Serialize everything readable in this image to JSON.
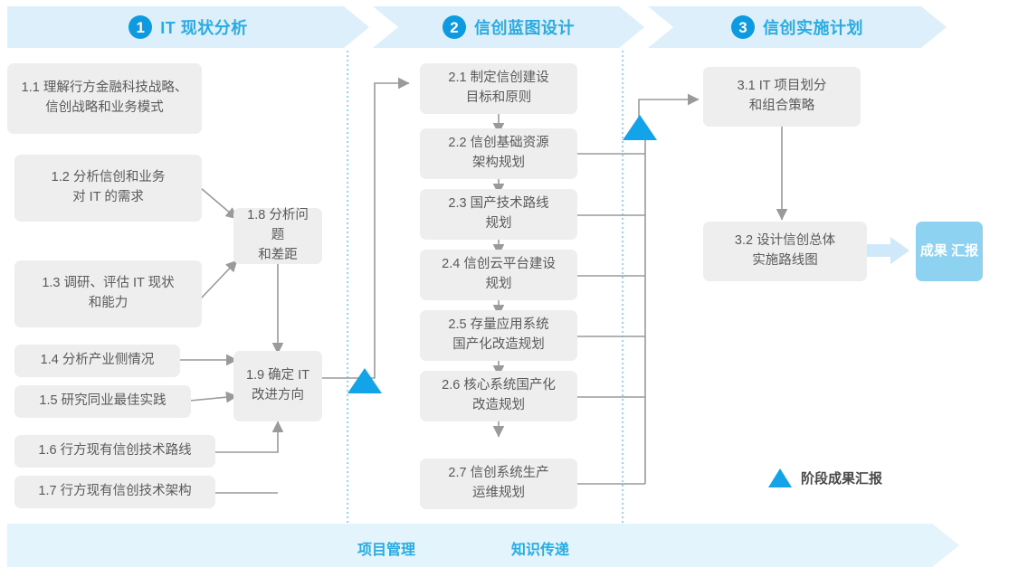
{
  "phases": [
    {
      "num": "1",
      "title": "IT 现状分析"
    },
    {
      "num": "2",
      "title": "信创蓝图设计"
    },
    {
      "num": "3",
      "title": "信创实施计划"
    }
  ],
  "nodes": {
    "n11": "1.1 理解行方金融科技战略、信创战略和业务模式",
    "n11_l1": "1.1 理解行方金融科技战略、",
    "n11_l2": "信创战略和业务模式",
    "n12_l1": "1.2 分析信创和业务",
    "n12_l2": "对 IT 的需求",
    "n13_l1": "1.3 调研、评估 IT 现状",
    "n13_l2": "和能力",
    "n14": "1.4 分析产业侧情况",
    "n15": "1.5 研究同业最佳实践",
    "n16": "1.6 行方现有信创技术路线",
    "n17": "1.7 行方现有信创技术架构",
    "n18_l1": "1.8 分析问题",
    "n18_l2": "和差距",
    "n19_l1": "1.9 确定 IT",
    "n19_l2": "改进方向",
    "n21_l1": "2.1 制定信创建设",
    "n21_l2": "目标和原则",
    "n22_l1": "2.2 信创基础资源",
    "n22_l2": "架构规划",
    "n23_l1": "2.3 国产技术路线",
    "n23_l2": "规划",
    "n24_l1": "2.4 信创云平台建设",
    "n24_l2": "规划",
    "n25_l1": "2.5 存量应用系统",
    "n25_l2": "国产化改造规划",
    "n26_l1": "2.6 核心系统国产化",
    "n26_l2": "改造规划",
    "n27_l1": "2.7 信创系统生产",
    "n27_l2": "运维规划",
    "n31_l1": "3.1 IT 项目划分",
    "n31_l2": "和组合策略",
    "n32_l1": "3.2 设计信创总体",
    "n32_l2": "实施路线图"
  },
  "result_badge": {
    "line1": "成果",
    "line2": "汇报"
  },
  "legend": {
    "label": "阶段成果汇报"
  },
  "bottom": {
    "left_label": "项目管理",
    "right_label": "知识传递"
  },
  "colors": {
    "accent": "#2aabe4",
    "accent_strong": "#13a3e8",
    "band_bg": "#ddeffa",
    "bottom_band_bg": "#e3f4fc",
    "node_bg": "#eeeeee",
    "node_text": "#5a5a5a",
    "badge_bg": "#8ed2f2",
    "wire": "#9a9a9a",
    "divider": "#6cc5ea"
  }
}
